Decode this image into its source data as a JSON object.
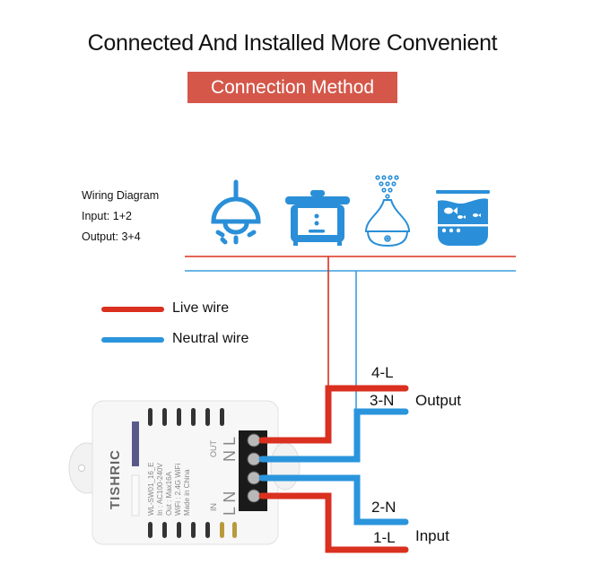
{
  "header": {
    "title": "Connected And Installed More Convenient",
    "badge": "Connection Method"
  },
  "colors": {
    "badge": "#d4574a",
    "live": "#d9301f",
    "neutral": "#2a95dc",
    "icon": "#2a8fd8"
  },
  "wiring_info": {
    "title": "Wiring Diagram",
    "input": "Input: 1+2",
    "output": "Output: 3+4"
  },
  "appliances": [
    {
      "name": "pendant-lamp",
      "icon": "lamp-icon"
    },
    {
      "name": "rice-cooker",
      "icon": "rice-cooker-icon"
    },
    {
      "name": "humidifier",
      "icon": "humidifier-icon"
    },
    {
      "name": "fish-tank",
      "icon": "aquarium-icon"
    }
  ],
  "legend": [
    {
      "label": "Live wire",
      "color": "live"
    },
    {
      "label": "Neutral wire",
      "color": "neutral"
    }
  ],
  "terminals": {
    "t4": "4-L",
    "t3": "3-N",
    "t2": "2-N",
    "t1": "1-L",
    "output_label": "Output",
    "input_label": "Input"
  },
  "device": {
    "brand": "TISHRIC",
    "model": "WL-SW01_16_E",
    "spec_in": "In : AC100-240V",
    "spec_out": "Out : Max16A",
    "spec_wifi": "WiFi : 2.4G WiFi",
    "origin": "Made in China",
    "out_label": "OUT",
    "in_label": "IN",
    "out_pins": "N L",
    "in_pins": "L N"
  }
}
